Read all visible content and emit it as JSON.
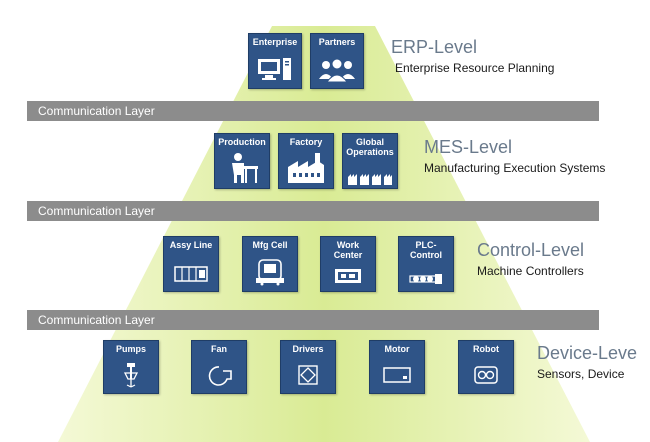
{
  "communication_layer_label": "Communication Layer",
  "levels": {
    "erp": {
      "title": "ERP-Level",
      "subtitle": "Enterprise Resource Planning",
      "tiles": [
        {
          "label": "Enterprise",
          "icon": "computer-icon"
        },
        {
          "label": "Partners",
          "icon": "people-icon"
        }
      ]
    },
    "mes": {
      "title": "MES-Level",
      "subtitle": "Manufacturing Execution Systems",
      "tiles": [
        {
          "label": "Production",
          "icon": "worker-icon"
        },
        {
          "label": "Factory",
          "icon": "factory-icon"
        },
        {
          "label": "Global Operations",
          "icon": "multiple-factories-icon"
        }
      ]
    },
    "control": {
      "title": "Control-Level",
      "subtitle": "Machine Controllers",
      "tiles": [
        {
          "label": "Assy Line",
          "icon": "assembly-line-icon"
        },
        {
          "label": "Mfg Cell",
          "icon": "machine-cell-icon"
        },
        {
          "label": "Work Center",
          "icon": "work-center-icon"
        },
        {
          "label": "PLC-Control",
          "icon": "plc-icon"
        }
      ]
    },
    "device": {
      "title": "Device-Leve",
      "subtitle": "Sensors, Device",
      "tiles": [
        {
          "label": "Pumps",
          "icon": "pump-icon"
        },
        {
          "label": "Fan",
          "icon": "fan-icon"
        },
        {
          "label": "Drivers",
          "icon": "driver-icon"
        },
        {
          "label": "Motor",
          "icon": "motor-icon"
        },
        {
          "label": "Robot",
          "icon": "robot-icon"
        }
      ]
    }
  },
  "colors": {
    "pyramid_fill": "#dfeea0",
    "tile_fill": "#2f5487",
    "band_fill": "#8c8c8c",
    "title_text": "#6a7a8c"
  }
}
